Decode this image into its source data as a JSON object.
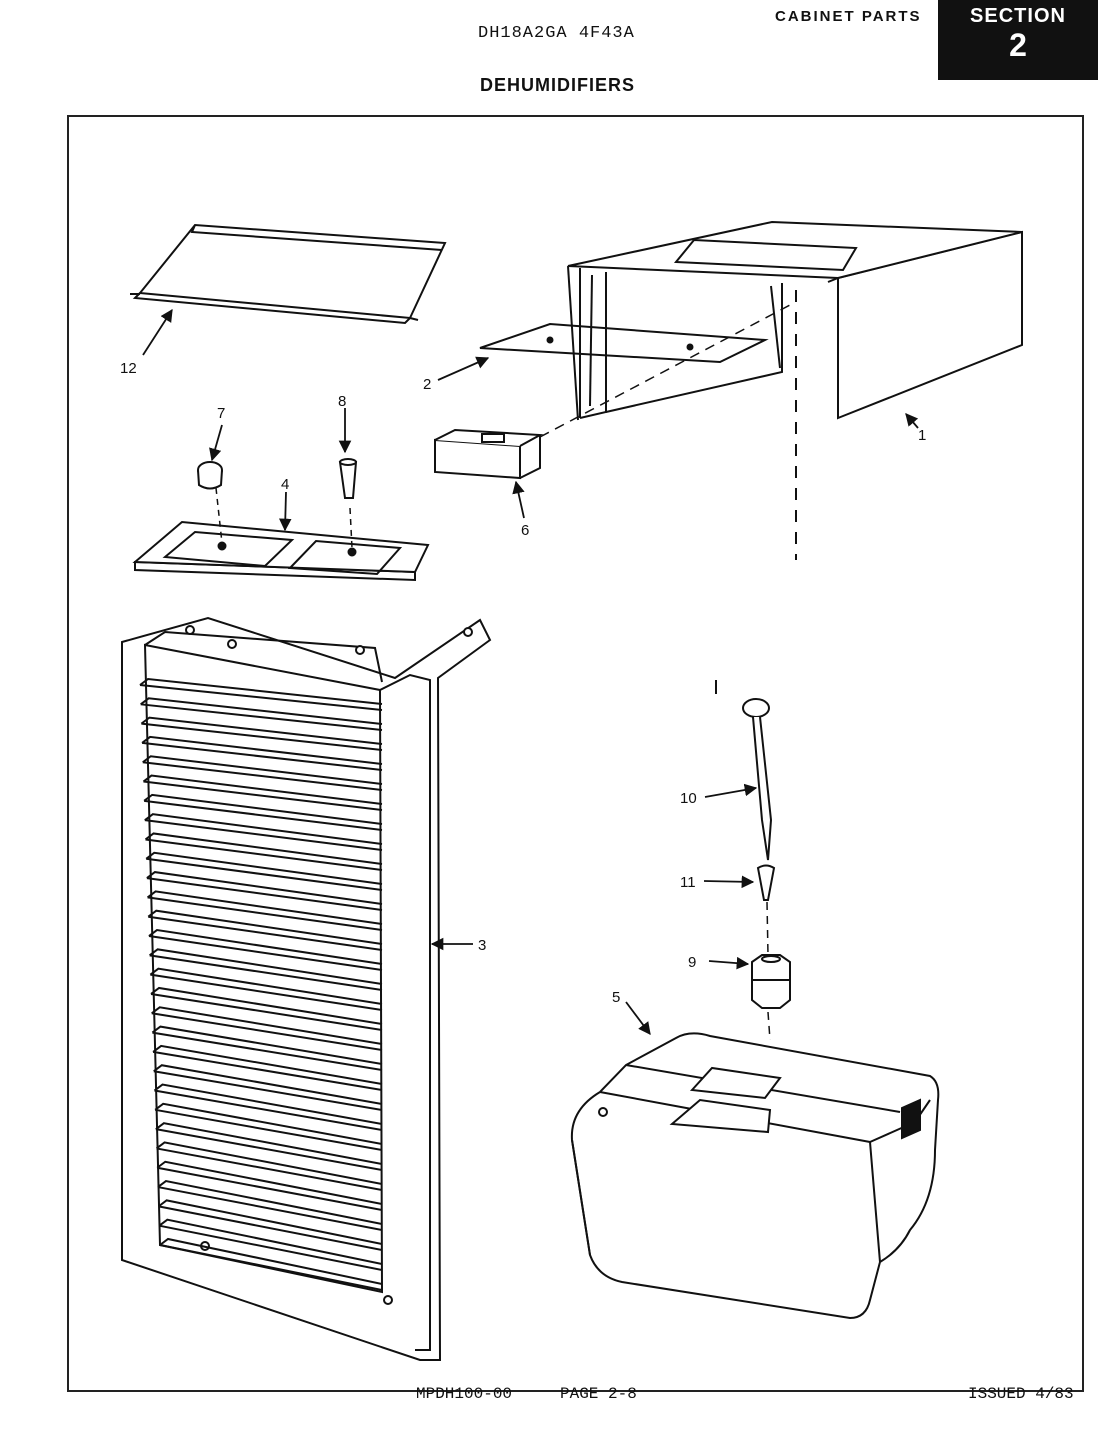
{
  "header": {
    "model": "DH18A2GA  4F43A",
    "cabinet_parts": "CABINET PARTS",
    "section_word": "SECTION",
    "section_number": "2",
    "title": "DEHUMIDIFIERS"
  },
  "parts": [
    {
      "num": "1",
      "icon": "cabinet-shell"
    },
    {
      "num": "2",
      "icon": "top-plate"
    },
    {
      "num": "3",
      "icon": "front-grille"
    },
    {
      "num": "4",
      "icon": "control-panel"
    },
    {
      "num": "5",
      "icon": "water-bucket"
    },
    {
      "num": "6",
      "icon": "switch-bracket"
    },
    {
      "num": "7",
      "icon": "knob"
    },
    {
      "num": "8",
      "icon": "push-button"
    },
    {
      "num": "9",
      "icon": "float-holder"
    },
    {
      "num": "10",
      "icon": "float-rod"
    },
    {
      "num": "11",
      "icon": "float-tip"
    },
    {
      "num": "12",
      "icon": "top-grille"
    }
  ],
  "footer": {
    "doc": "MPDH100-00",
    "page": "PAGE 2-8",
    "issued": "ISSUED 4/83"
  }
}
